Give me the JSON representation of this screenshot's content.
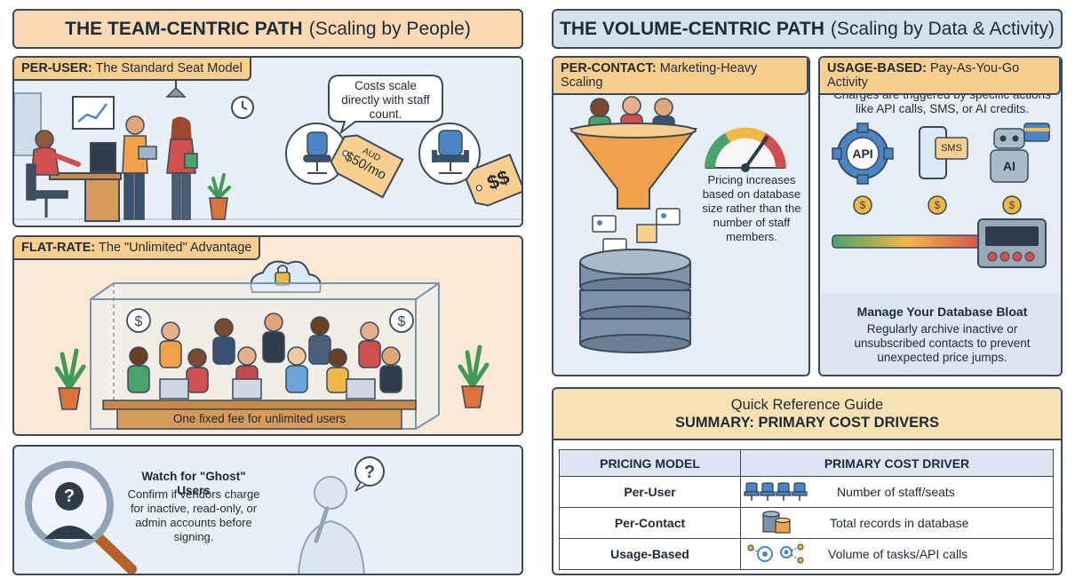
{
  "left": {
    "header": {
      "bold": "THE TEAM-CENTRIC PATH",
      "rest": "(Scaling by People)"
    },
    "per_user": {
      "tag_bold": "PER-USER:",
      "tag_rest": "The Standard Seat Model",
      "bubble": "Costs scale directly with staff count.",
      "price_tag_small": "AUD",
      "price_tag": "$50/mo",
      "price_tag_2": "$$"
    },
    "flat_rate": {
      "tag_bold": "FLAT-RATE:",
      "tag_rest": "The \"Unlimited\" Advantage",
      "table_label": "One fixed fee for unlimited users"
    },
    "ghost": {
      "title": "Watch for \"Ghost\" Users",
      "body": "Confirm if vendors charge for inactive, read-only, or admin accounts before signing."
    }
  },
  "right": {
    "header": {
      "bold": "THE VOLUME-CENTRIC PATH",
      "rest": "(Scaling by Data & Activity)"
    },
    "per_contact": {
      "tag_bold": "PER-CONTACT:",
      "tag_rest": "Marketing-Heavy Scaling",
      "body": "Pricing increases based on database size rather than the number of staff members."
    },
    "usage": {
      "tag_bold": "USAGE-BASED:",
      "tag_rest": "Pay-As-You-Go Activity",
      "body": "Charges are triggered by specific actions like API calls, SMS, or AI credits.",
      "icon_api": "API",
      "icon_sms": "SMS",
      "icon_ai": "AI",
      "tip_title": "Manage Your Database Bloat",
      "tip_body": "Regularly archive inactive or unsubscribed contacts to prevent unexpected price jumps."
    },
    "summary": {
      "title": "Quick Reference Guide",
      "subtitle": "SUMMARY: PRIMARY COST DRIVERS",
      "col_model": "PRICING MODEL",
      "col_driver": "PRIMARY COST DRIVER",
      "rows": [
        {
          "model": "Per-User",
          "driver": "Number of staff/seats"
        },
        {
          "model": "Per-Contact",
          "driver": "Total records in database"
        },
        {
          "model": "Usage-Based",
          "driver": "Volume of tasks/API calls"
        }
      ]
    }
  },
  "colors": {
    "left_header": "#f9d9b4",
    "right_header": "#d3e1ed",
    "per_user_bg": "#e9eff6",
    "flat_rate_bg": "#fbe8d6",
    "tag_orange": "#f8cf8f",
    "volume_bg": "#e6edf4",
    "summary_header": "#f8e2b4"
  }
}
